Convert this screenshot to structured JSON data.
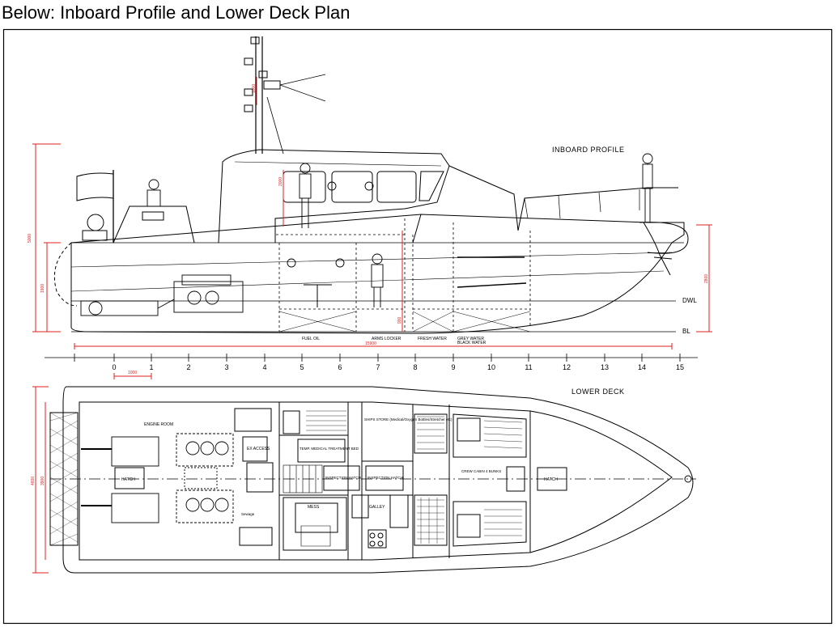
{
  "caption": "Below: Inboard Profile and Lower Deck Plan",
  "profile": {
    "title": "INBOARD PROFILE",
    "waterline_label": "DWL",
    "baseline_label": "BL",
    "overall_length": "15900",
    "tank_labels": {
      "fuel": "FUEL OIL",
      "arms": "ARMS LOCKER",
      "fresh": "FRESH WATER",
      "grey": "GREY WATER",
      "black": "BLACK WATER"
    },
    "dims": {
      "mast": "1000",
      "height_total": "5000",
      "deck_height": "1900",
      "cabin_height": "2000",
      "bow_height": "2800",
      "small_height": "900"
    }
  },
  "scale": {
    "ticks": [
      "0",
      "1",
      "2",
      "3",
      "4",
      "5",
      "6",
      "7",
      "8",
      "9",
      "10",
      "11",
      "12",
      "13",
      "14",
      "15"
    ],
    "unit_label": "1000"
  },
  "lower_deck": {
    "title": "LOWER DECK",
    "engine_room": "ENGINE ROOM",
    "hatch": "HATCH",
    "ex_access": "EX ACCESS",
    "temp_medical": "TEMP. MEDICAL TREATMENT BED",
    "ships_store": "SHIPS STORE (Medical/Oxygen Bottles/Stretcher etc)",
    "inspection_hatch": "INSPECTION HATCH",
    "mess": "MESS",
    "galley": "GALLEY",
    "crew_cabin": "CREW CABIN 4 BUNKS",
    "sewage": "Sewage",
    "beam_outer": "4600",
    "beam_inner": "3900"
  }
}
